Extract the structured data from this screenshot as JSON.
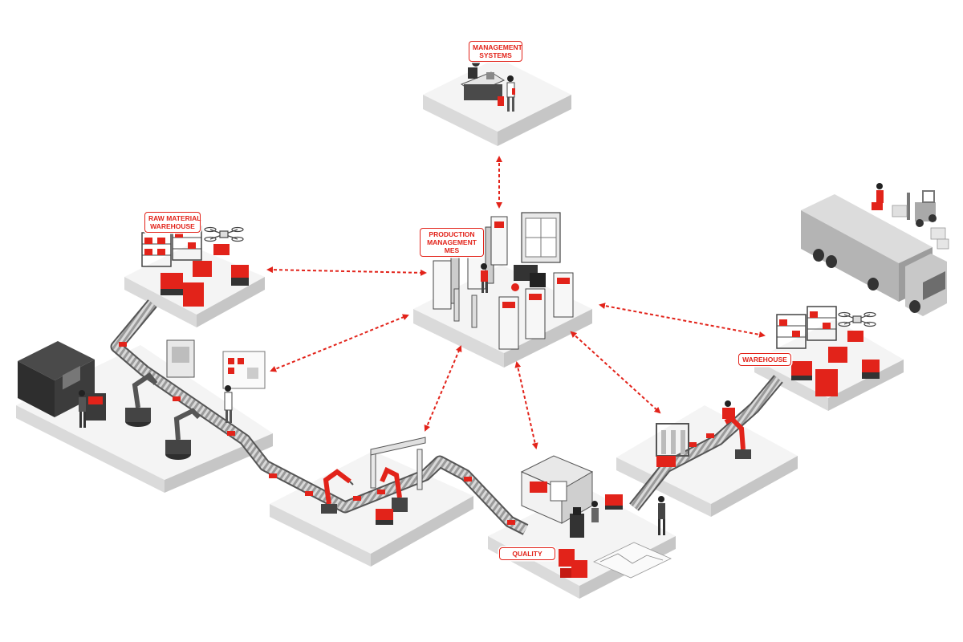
{
  "labels": {
    "management_systems": [
      "MANAGEMENT",
      "SYSTEMS"
    ],
    "production_management": [
      "PRODUCTION",
      "MANAGEMENT",
      "MES"
    ],
    "raw_material_warehouse": [
      "RAW MATERIAL",
      "WAREHOUSE"
    ],
    "warehouse": [
      "WAREHOUSE"
    ],
    "quality": [
      "QUALITY"
    ]
  },
  "colors": {
    "accent": "#e2231a",
    "platform_top": "#f4f4f4",
    "platform_side": "#d2d2d2",
    "machine_dark": "#3a3a3a",
    "truck": "#b9b9b9"
  }
}
